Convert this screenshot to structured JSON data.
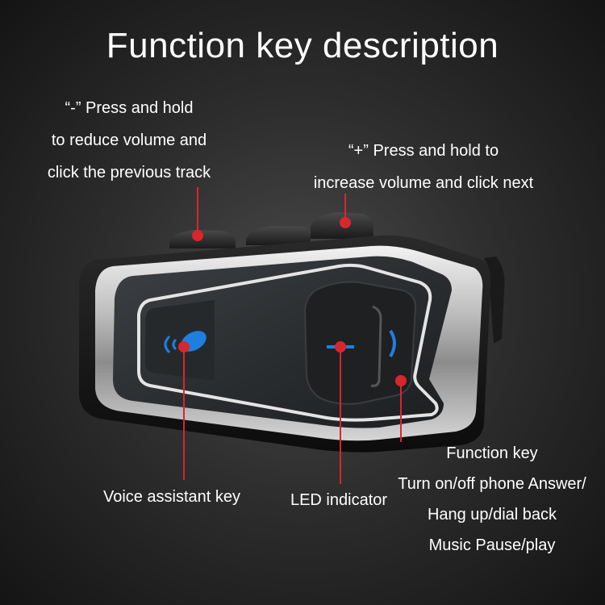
{
  "title": "Function key description",
  "callouts": {
    "minus_key": [
      "“-” Press and hold",
      "to reduce volume and",
      "click the previous track"
    ],
    "plus_key": [
      "“+” Press and hold to",
      "increase volume and click next"
    ],
    "function_key": [
      "Function key",
      "Turn on/off phone Answer/",
      "Hang up/dial back",
      "Music Pause/play"
    ],
    "voice_key": "Voice assistant key",
    "led": "LED indicator"
  },
  "colors": {
    "marker": "#d8262c",
    "accent_blue": "#1e7fe0",
    "background": "#2e2e2e"
  }
}
